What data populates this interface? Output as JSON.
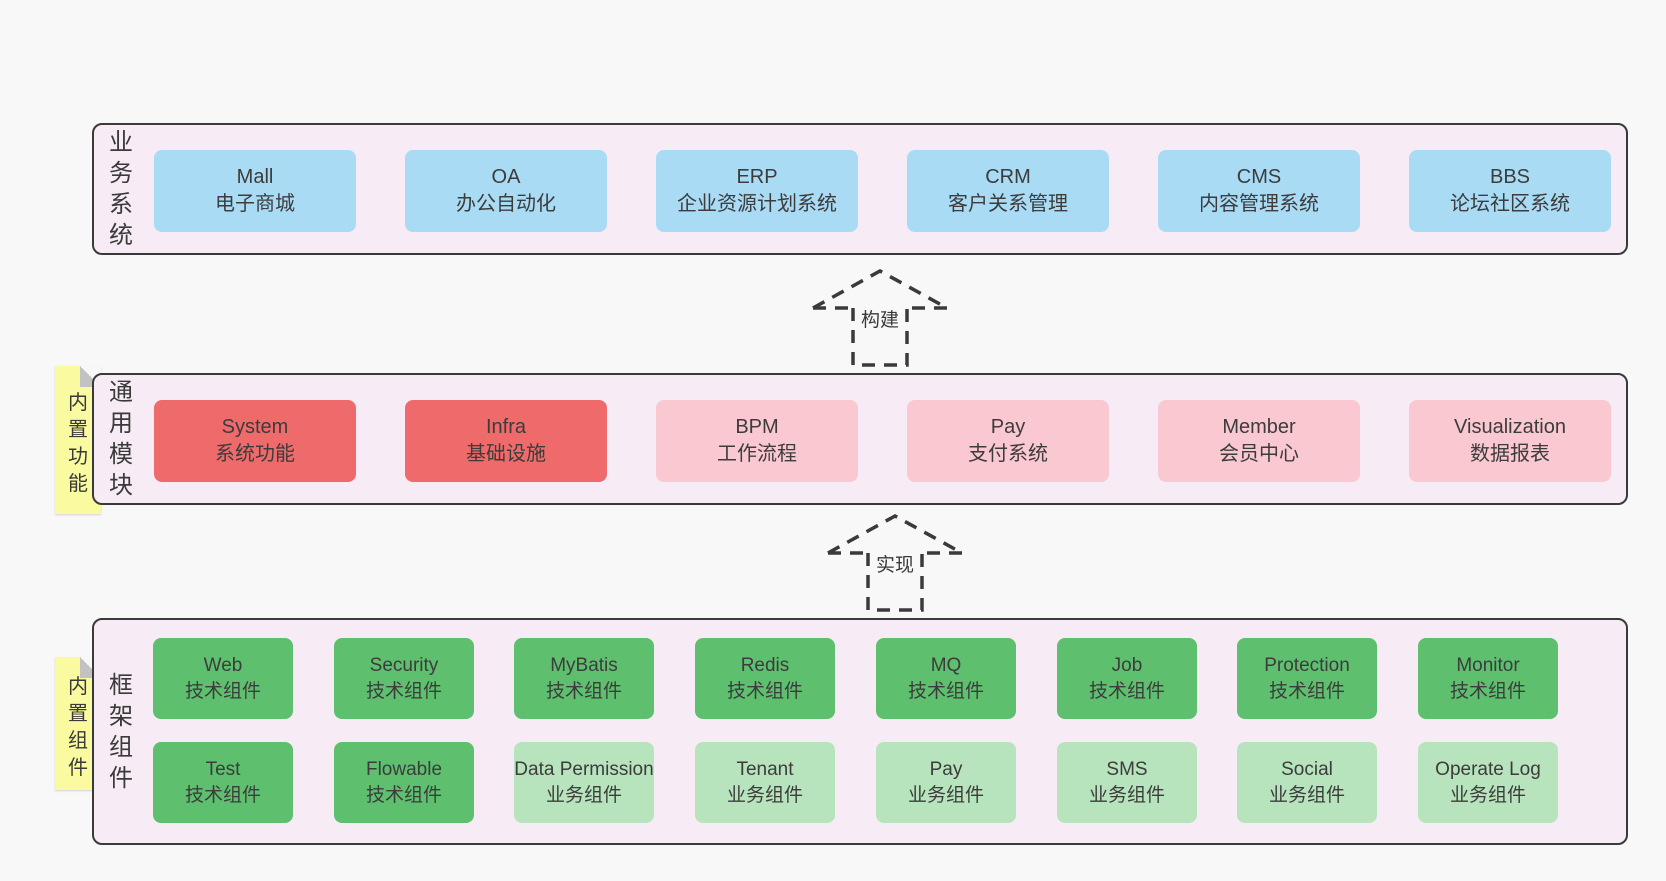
{
  "colors": {
    "page": "#f8f8f8",
    "band-bg": "#f7ecf5",
    "line": "#3a3a3a",
    "blue": "#a9dbf5",
    "red": "#ef6a6a",
    "pink": "#f9c8d1",
    "green-dark": "#5ec06e",
    "green-light": "#b7e4bc",
    "yellow": "#fafaa0",
    "fold": "#c2c2c2"
  },
  "bands": {
    "business": {
      "label": "业务系统",
      "boxes": [
        {
          "title": "Mall",
          "subtitle": "电子商城"
        },
        {
          "title": "OA",
          "subtitle": "办公自动化"
        },
        {
          "title": "ERP",
          "subtitle": "企业资源计划系统"
        },
        {
          "title": "CRM",
          "subtitle": "客户关系管理"
        },
        {
          "title": "CMS",
          "subtitle": "内容管理系统"
        },
        {
          "title": "BBS",
          "subtitle": "论坛社区系统"
        }
      ]
    },
    "modules": {
      "label": "通用模块",
      "note": "内置功能",
      "boxes": [
        {
          "title": "System",
          "subtitle": "系统功能",
          "type": "core"
        },
        {
          "title": "Infra",
          "subtitle": "基础设施",
          "type": "core"
        },
        {
          "title": "BPM",
          "subtitle": "工作流程",
          "type": "optional"
        },
        {
          "title": "Pay",
          "subtitle": "支付系统",
          "type": "optional"
        },
        {
          "title": "Member",
          "subtitle": "会员中心",
          "type": "optional"
        },
        {
          "title": "Visualization",
          "subtitle": "数据报表",
          "type": "optional"
        }
      ]
    },
    "components": {
      "label": "框架组件",
      "note": "内置组件",
      "row1": [
        {
          "title": "Web",
          "subtitle": "技术组件",
          "type": "tech"
        },
        {
          "title": "Security",
          "subtitle": "技术组件",
          "type": "tech"
        },
        {
          "title": "MyBatis",
          "subtitle": "技术组件",
          "type": "tech"
        },
        {
          "title": "Redis",
          "subtitle": "技术组件",
          "type": "tech"
        },
        {
          "title": "MQ",
          "subtitle": "技术组件",
          "type": "tech"
        },
        {
          "title": "Job",
          "subtitle": "技术组件",
          "type": "tech"
        },
        {
          "title": "Protection",
          "subtitle": "技术组件",
          "type": "tech"
        },
        {
          "title": "Monitor",
          "subtitle": "技术组件",
          "type": "tech"
        }
      ],
      "row2": [
        {
          "title": "Test",
          "subtitle": "技术组件",
          "type": "tech"
        },
        {
          "title": "Flowable",
          "subtitle": "技术组件",
          "type": "tech"
        },
        {
          "title": "Data Permission",
          "subtitle": "业务组件",
          "type": "biz"
        },
        {
          "title": "Tenant",
          "subtitle": "业务组件",
          "type": "biz"
        },
        {
          "title": "Pay",
          "subtitle": "业务组件",
          "type": "biz"
        },
        {
          "title": "SMS",
          "subtitle": "业务组件",
          "type": "biz"
        },
        {
          "title": "Social",
          "subtitle": "业务组件",
          "type": "biz"
        },
        {
          "title": "Operate Log",
          "subtitle": "业务组件",
          "type": "biz"
        }
      ]
    }
  },
  "arrows": [
    {
      "label": "构建"
    },
    {
      "label": "实现"
    }
  ]
}
